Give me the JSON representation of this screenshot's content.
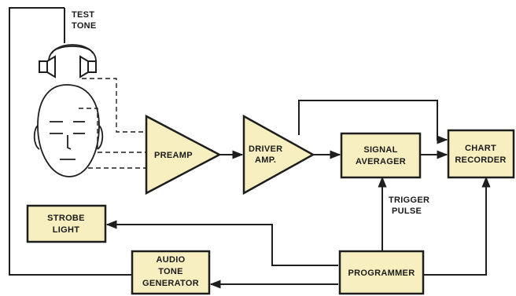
{
  "labels": {
    "test_tone": [
      "TEST",
      "TONE"
    ],
    "preamp": "PREAMP",
    "driver_amp": [
      "DRIVER",
      "AMP."
    ],
    "signal_averager": [
      "SIGNAL",
      "AVERAGER"
    ],
    "chart_recorder": [
      "CHART",
      "RECORDER"
    ],
    "trigger_pulse": [
      "TRIGGER",
      "PULSE"
    ],
    "strobe_light": [
      "STROBE",
      "LIGHT"
    ],
    "audio_tone_generator": [
      "AUDIO",
      "TONE",
      "GENERATOR"
    ],
    "programmer": "PROGRAMMER"
  },
  "colors": {
    "block_fill": "#f7efbf",
    "line": "#1e1e1e"
  }
}
